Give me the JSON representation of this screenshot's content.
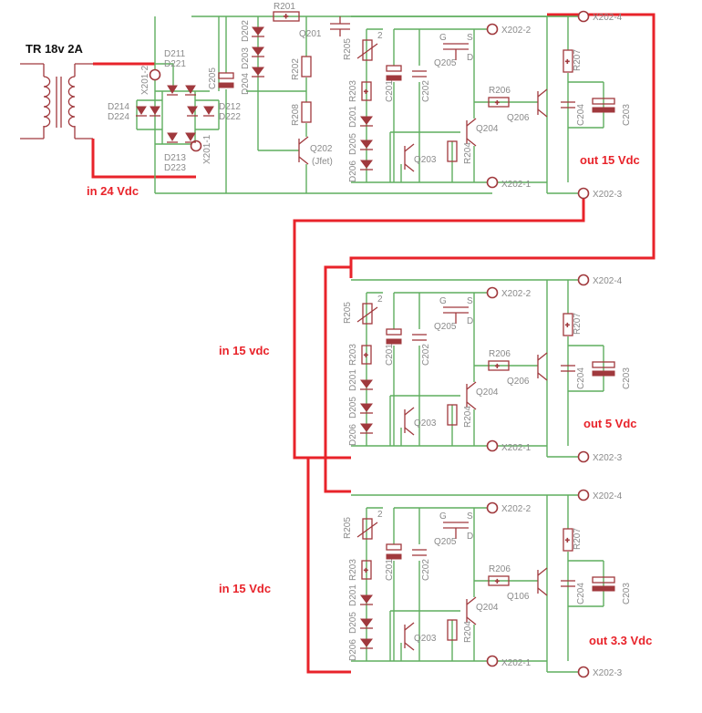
{
  "transformer": {
    "title": "TR 18v 2A"
  },
  "notes": {
    "in_24": "in 24 Vdc",
    "in_15_a": "in 15 vdc",
    "in_15_b": "in 15 Vdc",
    "out_15": "out 15 Vdc",
    "out_5": "out 5 Vdc",
    "out_33": "out 3.3 Vdc"
  },
  "rectifier": {
    "terminals": [
      "X201-2",
      "X201-1"
    ],
    "diodes": [
      "D211",
      "D221",
      "D214",
      "D224",
      "D212",
      "D222",
      "D213",
      "D223"
    ],
    "capacitor": "C205"
  },
  "preregulator": {
    "resistors": [
      "R201",
      "R202",
      "R208"
    ],
    "transistors": [
      "Q201",
      "Q202",
      "(Jfet)"
    ],
    "leds": [
      "D202",
      "D203",
      "D204"
    ]
  },
  "stage_parts": {
    "r205": "R205",
    "r203": "R203",
    "c201": "C201",
    "c202": "C202",
    "d201": "D201",
    "d205": "D205",
    "d206": "D206",
    "q203": "Q203",
    "q204": "Q204",
    "q205": "Q205",
    "r204": "R204",
    "r206": "R206",
    "r207": "R207",
    "c204": "C204",
    "c203": "C203",
    "pin_s": "S",
    "pin_d": "D",
    "pin_g": "G",
    "wiper": "2",
    "x2022": "X202-2",
    "x2021": "X202-1",
    "x2024": "X202-4",
    "x2023": "X202-3"
  },
  "stage_pass": [
    "Q206",
    "Q206",
    "Q106"
  ],
  "colors": {
    "wire": "#5fae5f",
    "component": "#a0393d",
    "highlight": "#e8232a",
    "label": "#8a8a8a"
  }
}
